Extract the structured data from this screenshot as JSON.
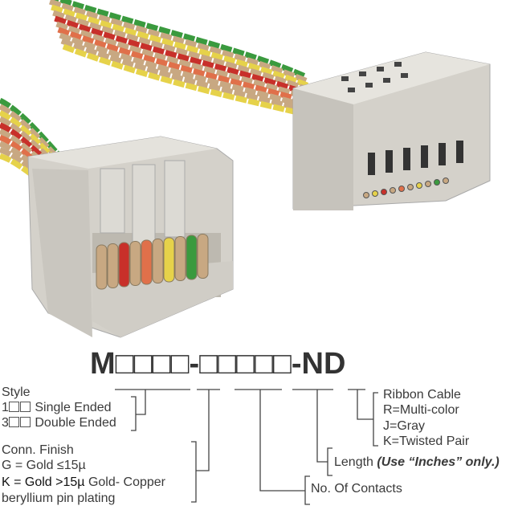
{
  "part_number": "M□□□□-□□□□□-ND",
  "style": {
    "title": "Style",
    "opt1_prefix": "1",
    "opt1": "Single Ended",
    "opt3_prefix": "3",
    "opt3": "Double Ended"
  },
  "finish": {
    "title": "Conn. Finish",
    "g": "G = Gold ≤15µ",
    "k_bold": "K = Gold >15µ",
    "k_rest": " Gold- Copper",
    "k_line2": "beryllium pin plating"
  },
  "contacts": "No. Of Contacts",
  "length": {
    "label": "Length ",
    "note": "(Use “Inches” only.)"
  },
  "ribbon": {
    "title": "Ribbon Cable",
    "r": "R=Multi-color",
    "j": "J=Gray",
    "k": "K=Twisted Pair"
  },
  "colors": {
    "text": "#333333",
    "connector": "#d6d3cc",
    "cable_tan": "#c8a882",
    "cable_red": "#c8302a",
    "cable_yellow": "#e6d24a",
    "cable_green": "#3a9a3e",
    "cable_orange": "#e0704a"
  }
}
